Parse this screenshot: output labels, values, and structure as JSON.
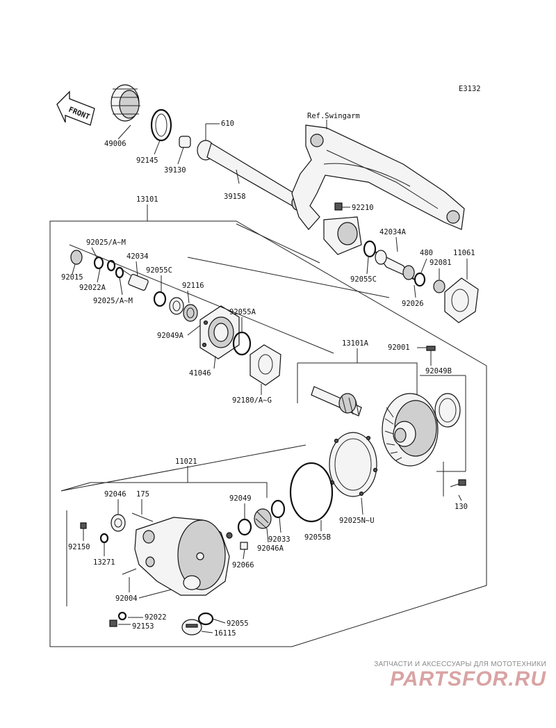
{
  "diagram": {
    "code": "E3132",
    "front_arrow": "FRONT",
    "ref_label": "Ref.Swingarm",
    "labels": {
      "p49006": "49006",
      "p92145": "92145",
      "p39130": "39130",
      "p610": "610",
      "p39158": "39158",
      "p92210": "92210",
      "p13101": "13101",
      "p92025am_top": "92025/A~M",
      "p92015": "92015",
      "p92022a": "92022A",
      "p42034": "42034",
      "p92025am_bot": "92025/A~M",
      "p92055c_l": "92055C",
      "p92116": "92116",
      "p92049a": "92049A",
      "p41046": "41046",
      "p92055a": "92055A",
      "p92180": "92180/A~G",
      "p42034a": "42034A",
      "p92055c_r": "92055C",
      "p480": "480",
      "p92081": "92081",
      "p11061": "11061",
      "p92026": "92026",
      "p13101a": "13101A",
      "p92001": "92001",
      "p92049b": "92049B",
      "p130": "130",
      "p11021": "11021",
      "p92046": "92046",
      "p175": "175",
      "p92049": "92049",
      "p92150": "92150",
      "p13271": "13271",
      "p92033": "92033",
      "p92046a": "92046A",
      "p92066": "92066",
      "p92055b": "92055B",
      "p92025nu": "92025N~U",
      "p92004": "92004",
      "p92022": "92022",
      "p92153": "92153",
      "p92055": "92055",
      "p16115": "16115"
    },
    "icons": {
      "front": "front-arrow-icon",
      "swingarm": "swingarm-icon",
      "gear": "ring-gear-icon",
      "housing": "final-drive-housing-icon"
    }
  },
  "watermark": {
    "tagline": "ЗАПЧАСТИ И АКСЕССУАРЫ ДЛЯ МОТОТЕХНИКИ",
    "logo": "PARTSFOR.RU",
    "color": "#d9a3a3"
  }
}
